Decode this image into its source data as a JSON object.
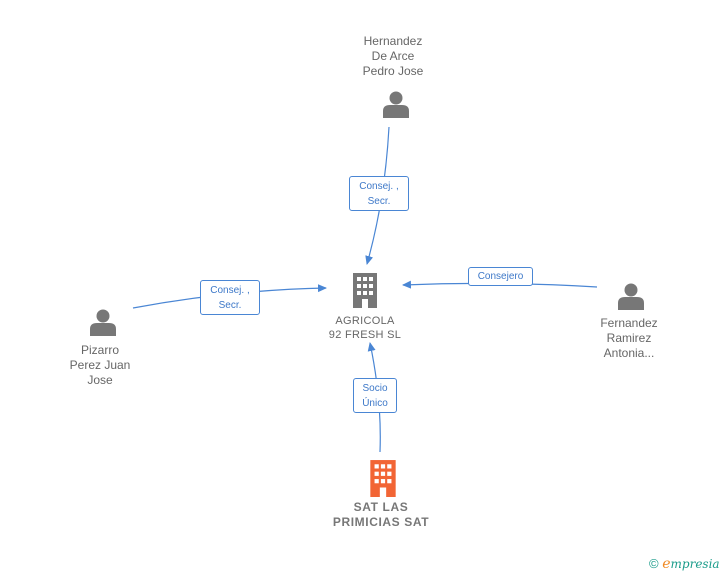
{
  "nodes": {
    "hernandez": {
      "label": [
        "Hernandez",
        "De Arce",
        "Pedro Jose"
      ],
      "type": "person-icon"
    },
    "pizarro": {
      "label": [
        "Pizarro",
        "Perez Juan",
        "Jose"
      ],
      "type": "person-icon"
    },
    "fernandez": {
      "label": [
        "Fernandez",
        "Ramirez",
        "Antonia..."
      ],
      "type": "person-icon"
    },
    "center_company": {
      "label": [
        "AGRICOLA",
        "92 FRESH  SL"
      ],
      "type": "building-icon",
      "color": "#777777"
    },
    "main_company": {
      "label": [
        "SAT LAS",
        "PRIMICIAS SAT"
      ],
      "type": "building-icon",
      "color": "#f26535"
    }
  },
  "relations": {
    "hernandez": [
      "Consej. ,",
      "Secr."
    ],
    "pizarro": [
      "Consej. ,",
      "Secr."
    ],
    "fernandez": [
      "Consejero"
    ],
    "main_company": [
      "Socio",
      "Único"
    ]
  },
  "footer": {
    "copyright": "©",
    "brand_e": "e",
    "brand_rest": "mpresia"
  },
  "colors": {
    "edge": "#4a86d4",
    "person": "#777777",
    "accent": "#f26535"
  }
}
